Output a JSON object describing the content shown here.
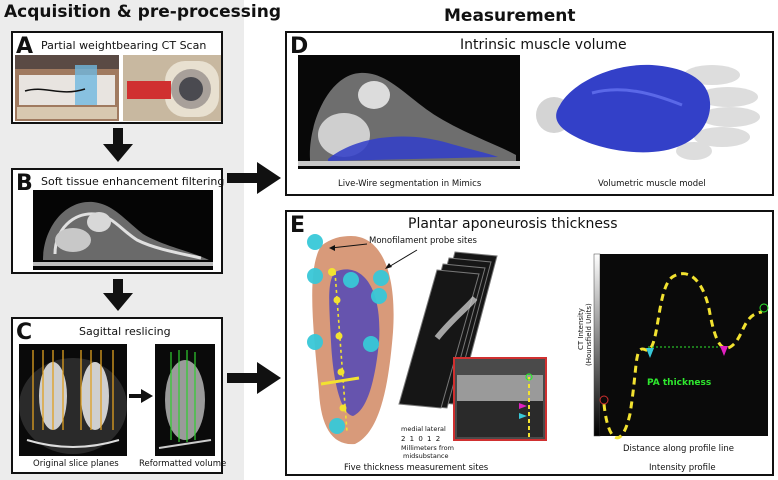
{
  "left_heading": "Acquisition & pre-processing",
  "right_heading": "Measurement",
  "panels": {
    "A": {
      "letter": "A",
      "title": "Partial weightbearing CT Scan"
    },
    "B": {
      "letter": "B",
      "title": "Soft tissue enhancement filtering"
    },
    "C": {
      "letter": "C",
      "title": "Sagittal reslicing",
      "caption_left": "Original slice planes",
      "caption_right": "Reformatted volume"
    },
    "D": {
      "letter": "D",
      "title": "Intrinsic muscle volume",
      "caption_left": "Live-Wire segmentation in Mimics",
      "caption_right": "Volumetric muscle model"
    },
    "E": {
      "letter": "E",
      "title": "Plantar aponeurosis thickness",
      "probe_label": "Monofilament probe sites",
      "caption_sites": "Five thickness measurement sites",
      "caption_profile": "Intensity profile",
      "scale_medial": "medial",
      "scale_lateral": "lateral",
      "scale_ticks": "2 1 0 1 2",
      "scale_mm": "Millimeters from",
      "scale_mid": "midsubstance",
      "y_axis": "CT Intensity",
      "y_axis_units": "(Hounsfield Units)",
      "x_axis": "Distance along profile line",
      "pa_label": "PA thickness"
    }
  },
  "colors": {
    "muscle_blue": "#3340c8",
    "probe_cyan": "#38c8d8",
    "profile_yellow": "#f2e230",
    "pa_green": "#2ee82e",
    "marker_magenta": "#e020c0",
    "inset_red": "#d03030"
  }
}
